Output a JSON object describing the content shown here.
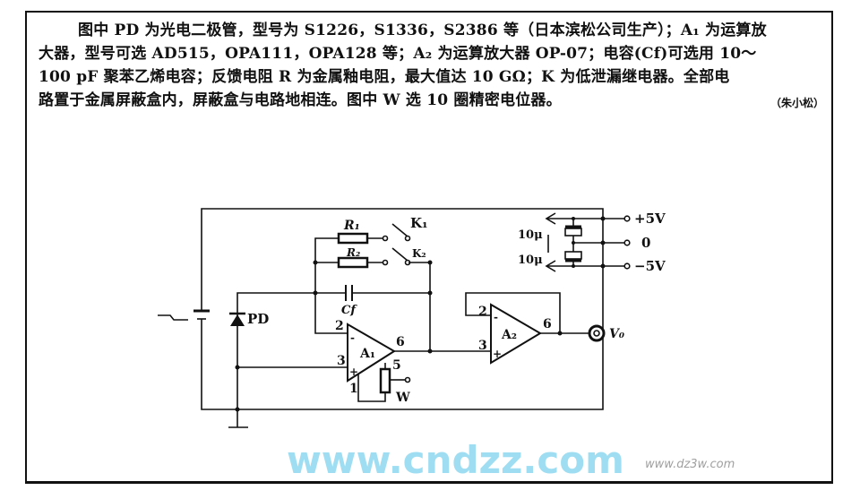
{
  "description_text": {
    "lines": [
      "图中 PD 为光电二极管，型号为 S1226，S1336，S2386 等（日本滨松公司生产）；A₁ 为运算放",
      "大器，型号可选 AD515，OPA111，OPA128 等；A₂ 为运算放大器 OP-07；电容(Cf)可选用 10～",
      "100 pF 聚苯乙烯电容；反馈电阻 R 为金属釉电阻，最大值达 10 GΩ；K 为低泄漏继电器。全部电",
      "路置于金属屏蔽盒内，屏蔽盒与电路地相连。图中 W 选 10 圈精密电位器。"
    ],
    "author": "（朱小松）"
  },
  "diagram": {
    "labels": {
      "r1": "R₁",
      "r2": "R₂",
      "k1": "K₁",
      "k2": "K₂",
      "cf": "Cf",
      "pd": "PD",
      "a1": "A₁",
      "a2": "A₂",
      "w": "W",
      "vo": "V₀",
      "pin2_a1": "2",
      "pin3_a1": "3",
      "pin6_a1": "6",
      "pin5_a1": "5",
      "pin1_a1": "1",
      "pin2_a2": "2",
      "pin3_a2": "3",
      "pin6_a2": "6",
      "minus": "-",
      "plus": "+",
      "cap_top": "10μ",
      "cap_bottom": "10μ",
      "plus5v": "+5V",
      "zero": "0",
      "minus5v": "−5V"
    },
    "watermark": "www.cndzz.com",
    "watermark_small": "www.dz3w.com"
  }
}
